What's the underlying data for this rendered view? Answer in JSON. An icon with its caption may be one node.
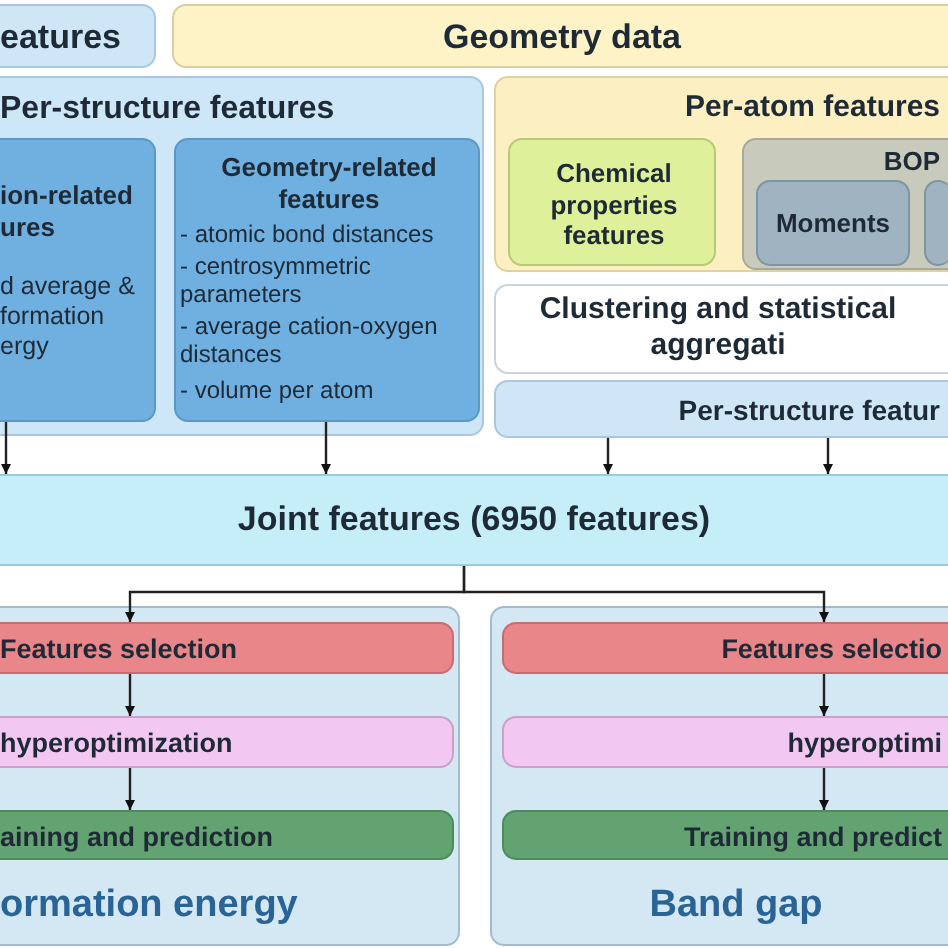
{
  "diagram": {
    "nodes": [
      {
        "text": [
          "eatures"
        ]
      },
      {
        "text": [
          "Geometry data"
        ]
      },
      {
        "text": [
          "Per-structure features"
        ]
      },
      {
        "text": [
          "ion-related ures",
          "d average & formation ergy"
        ],
        "in": 2
      },
      {
        "text": [
          "Geometry-related features",
          "- atomic bond distances",
          "- centrosymmetric parameters",
          "- average cation-oxygen distances",
          "- volume per atom"
        ],
        "in": 2
      },
      {
        "text": [
          "Per-atom features"
        ]
      },
      {
        "text": [
          "Chemical properties features"
        ],
        "in": 5
      },
      {
        "text": [
          "BOP"
        ],
        "in": 5
      },
      {
        "text": [
          "Moments"
        ],
        "in": 7
      },
      {
        "text": [],
        "shape": "box",
        "in": 7
      },
      {
        "text": [
          "Clustering and statistical aggregati"
        ]
      },
      {
        "text": [
          "Per-structure featur"
        ]
      },
      {
        "text": [
          "Joint features (6950 features)"
        ]
      },
      {
        "text": [
          "ormation energy"
        ]
      },
      {
        "text": [
          "Features selection"
        ],
        "in": 13
      },
      {
        "text": [
          "hyperoptimization"
        ],
        "in": 13
      },
      {
        "text": [
          "aining and prediction"
        ],
        "in": 13
      },
      {
        "text": [
          "Band gap"
        ]
      },
      {
        "text": [
          "Features selectio"
        ],
        "in": 17
      },
      {
        "text": [
          "hyperoptimi"
        ],
        "in": 17
      },
      {
        "text": [
          "Training and predict"
        ],
        "in": 17
      }
    ],
    "edges": [
      {
        "from": 3,
        "to": 12,
        "arrow": "to"
      },
      {
        "from": 4,
        "to": 12,
        "arrow": "to"
      },
      {
        "from": 11,
        "to": 12,
        "arrow": "to"
      },
      {
        "from": 11,
        "to": 12,
        "arrow": "to"
      },
      {
        "from": 12,
        "to": 14,
        "arrow": "to"
      },
      {
        "from": 12,
        "to": 18,
        "arrow": "to"
      },
      {
        "from": 14,
        "to": 15,
        "arrow": "to"
      },
      {
        "from": 15,
        "to": 16,
        "arrow": "to"
      },
      {
        "from": 18,
        "to": 19,
        "arrow": "to"
      },
      {
        "from": 19,
        "to": 20,
        "arrow": "to"
      }
    ]
  }
}
